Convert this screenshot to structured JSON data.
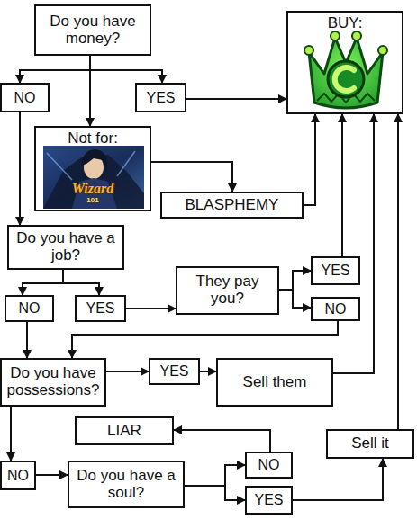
{
  "diagram": {
    "nodes": [
      {
        "text": [
          "Do you have money?"
        ]
      },
      {
        "text": [
          "BUY:"
        ]
      },
      {
        "text": [
          "NO"
        ]
      },
      {
        "text": [
          "YES"
        ]
      },
      {
        "text": [
          "Not for:",
          "Wizard",
          "101"
        ]
      },
      {
        "text": [
          "BLASPHEMY"
        ]
      },
      {
        "text": [
          "Do you have a job?"
        ]
      },
      {
        "text": [
          "NO"
        ]
      },
      {
        "text": [
          "YES"
        ]
      },
      {
        "text": [
          "They pay you?"
        ]
      },
      {
        "text": [
          "YES"
        ]
      },
      {
        "text": [
          "NO"
        ]
      },
      {
        "text": [
          "Do you have possessions?"
        ]
      },
      {
        "text": [
          "YES"
        ]
      },
      {
        "text": [
          "Sell them"
        ]
      },
      {
        "text": [
          "LIAR"
        ]
      },
      {
        "text": [
          "Sell it"
        ]
      },
      {
        "text": [
          "NO"
        ]
      },
      {
        "text": [
          "NO"
        ]
      },
      {
        "text": [
          "Do you have a soul?"
        ]
      },
      {
        "text": [
          "YES"
        ]
      }
    ],
    "edges": [
      {
        "from": 0,
        "to": 2,
        "arrow": "to"
      },
      {
        "from": 0,
        "to": 3,
        "arrow": "to"
      },
      {
        "from": 0,
        "to": 4,
        "arrow": "to"
      },
      {
        "from": 3,
        "to": 1,
        "arrow": "to"
      },
      {
        "from": 2,
        "to": 6,
        "arrow": "to"
      },
      {
        "from": 4,
        "to": 5,
        "arrow": "to"
      },
      {
        "from": 5,
        "to": 1,
        "arrow": "to"
      },
      {
        "from": 6,
        "to": 7,
        "arrow": "to"
      },
      {
        "from": 6,
        "to": 8,
        "arrow": "to"
      },
      {
        "from": 8,
        "to": 9,
        "arrow": "to"
      },
      {
        "from": 9,
        "to": 10,
        "arrow": "to"
      },
      {
        "from": 9,
        "to": 11,
        "arrow": "to"
      },
      {
        "from": 10,
        "to": 1,
        "arrow": "to"
      },
      {
        "from": 11,
        "to": 12,
        "arrow": "to"
      },
      {
        "from": 7,
        "to": 12,
        "arrow": "to"
      },
      {
        "from": 12,
        "to": 13,
        "arrow": "to"
      },
      {
        "from": 13,
        "to": 14,
        "arrow": "to"
      },
      {
        "from": 14,
        "to": 1,
        "arrow": "to"
      },
      {
        "from": 12,
        "to": 17,
        "arrow": "to"
      },
      {
        "from": 17,
        "to": 19,
        "arrow": "to"
      },
      {
        "from": 19,
        "to": 18,
        "arrow": "to"
      },
      {
        "from": 19,
        "to": 20,
        "arrow": "to"
      },
      {
        "from": 18,
        "to": 15,
        "arrow": "to"
      },
      {
        "from": 20,
        "to": 16,
        "arrow": "to"
      },
      {
        "from": 16,
        "to": 1,
        "arrow": "to"
      }
    ]
  }
}
